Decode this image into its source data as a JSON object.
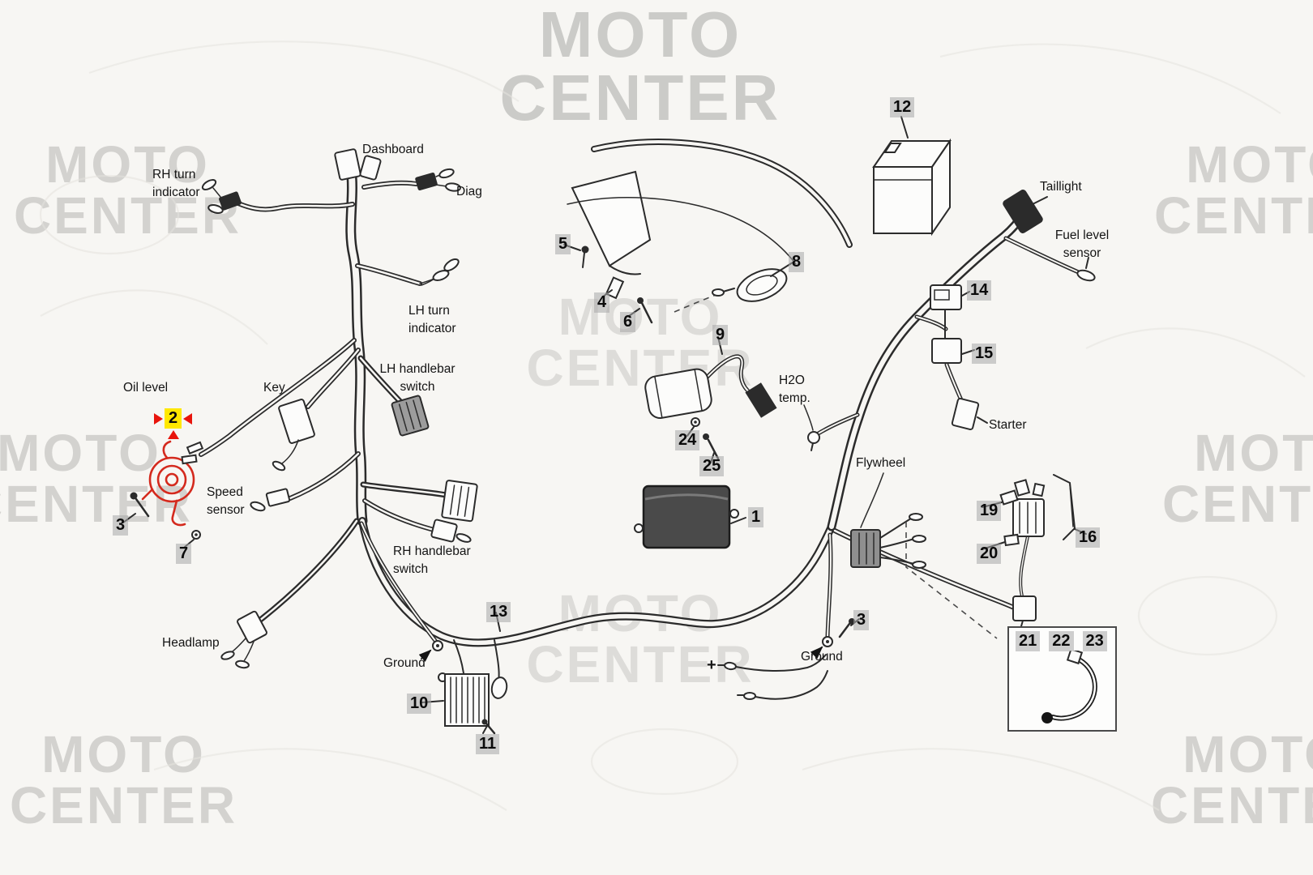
{
  "watermark": {
    "line1": "MOTO",
    "line2": "CENTER"
  },
  "symbols": {
    "plus": "+"
  },
  "labels": [
    {
      "id": "dashboard",
      "text": "Dashboard"
    },
    {
      "id": "rh-turn-indicator",
      "text": "RH turn\nindicator"
    },
    {
      "id": "diag",
      "text": "Diag"
    },
    {
      "id": "lh-turn-indicator",
      "text": "LH turn\nindicator"
    },
    {
      "id": "oil-level",
      "text": "Oil level"
    },
    {
      "id": "key",
      "text": "Key"
    },
    {
      "id": "lh-handlebar-switch",
      "text": "LH handlebar\nswitch"
    },
    {
      "id": "speed-sensor",
      "text": "Speed\nsensor"
    },
    {
      "id": "rh-handlebar-switch",
      "text": "RH handlebar\nswitch"
    },
    {
      "id": "headlamp",
      "text": "Headlamp"
    },
    {
      "id": "ground-left",
      "text": "Ground"
    },
    {
      "id": "ground-right",
      "text": "Ground"
    },
    {
      "id": "taillight",
      "text": "Taillight"
    },
    {
      "id": "fuel-level-sensor",
      "text": "Fuel level\nsensor"
    },
    {
      "id": "starter",
      "text": "Starter"
    },
    {
      "id": "flywheel",
      "text": "Flywheel"
    },
    {
      "id": "h2o-temp",
      "text": "H2O\ntemp."
    }
  ],
  "parts": [
    {
      "num": "12"
    },
    {
      "num": "5"
    },
    {
      "num": "4"
    },
    {
      "num": "6"
    },
    {
      "num": "8"
    },
    {
      "num": "9"
    },
    {
      "num": "14"
    },
    {
      "num": "15"
    },
    {
      "num": "24"
    },
    {
      "num": "25"
    },
    {
      "num": "1"
    },
    {
      "num": "3"
    },
    {
      "num": "7"
    },
    {
      "num": "19"
    },
    {
      "num": "20"
    },
    {
      "num": "16"
    },
    {
      "num": "13"
    },
    {
      "num": "3"
    },
    {
      "num": "10"
    },
    {
      "num": "11"
    }
  ],
  "selected_part": {
    "num": "2"
  },
  "inset": {
    "numbers": [
      "21",
      "22",
      "23"
    ]
  },
  "colors": {
    "highlight": "#ffe800",
    "selection_arrows": "#e8140c",
    "highlighted_part": "#d42a1e",
    "line": "#2b2b2b",
    "badge_bg": "#c3c3c3",
    "watermark": "#d3d2cf",
    "background": "#f7f6f3"
  }
}
